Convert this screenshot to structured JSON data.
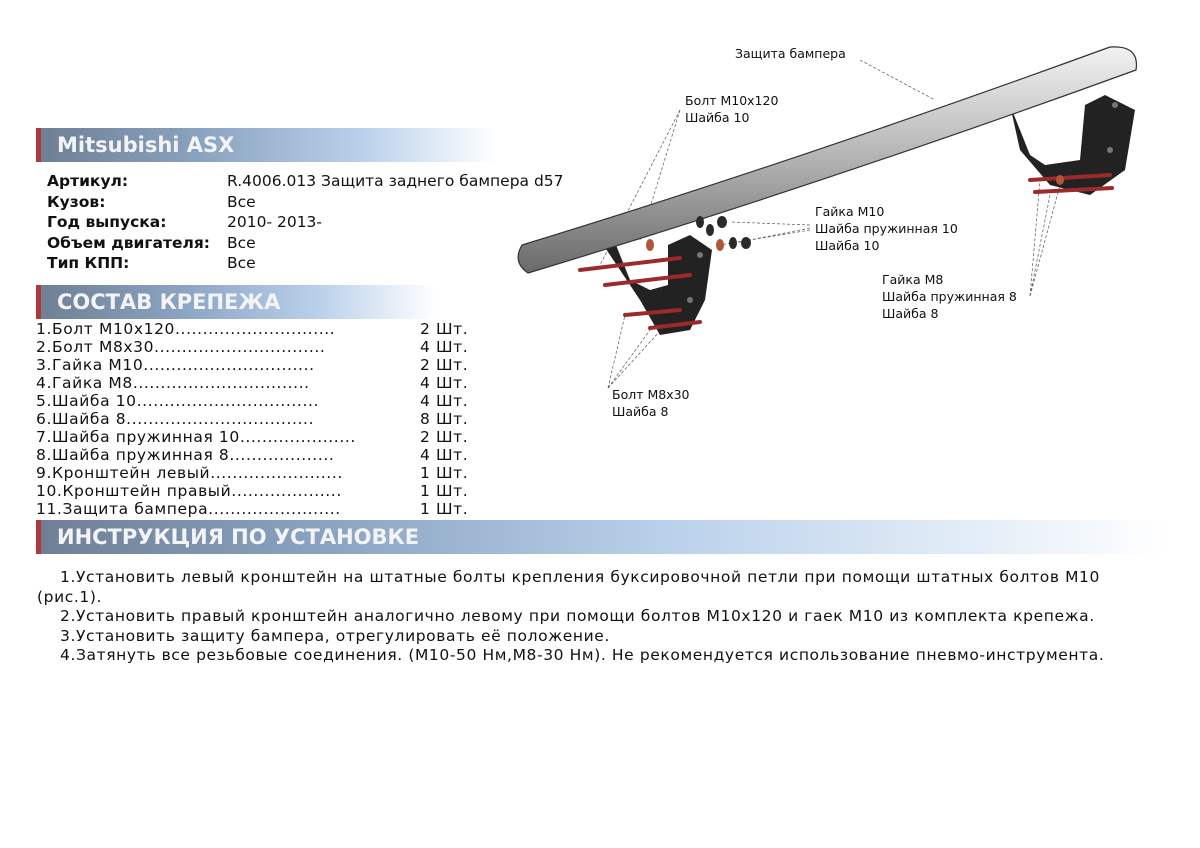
{
  "header": {
    "title": "Mitsubishi ASX"
  },
  "info": [
    {
      "key": "Артикул:",
      "value": "R.4006.013 Защита заднего бампера d57"
    },
    {
      "key": "Кузов:",
      "value": "Все"
    },
    {
      "key": "Год выпуска:",
      "value": "2010- 2013-"
    },
    {
      "key": "Объем двигателя:",
      "value": "Все"
    },
    {
      "key": "Тип КПП:",
      "value": "Все"
    }
  ],
  "parts_section": {
    "title": "СОСТАВ КРЕПЕЖА"
  },
  "parts": [
    {
      "name": "1.Болт М10х120.............................",
      "qty": "2 Шт."
    },
    {
      "name": "2.Болт М8х30...............................",
      "qty": "4 Шт."
    },
    {
      "name": "3.Гайка М10...............................",
      "qty": "2 Шт."
    },
    {
      "name": "4.Гайка М8................................",
      "qty": "4 Шт."
    },
    {
      "name": "5.Шайба 10.................................",
      "qty": "4 Шт."
    },
    {
      "name": "6.Шайба 8..................................",
      "qty": "8 Шт."
    },
    {
      "name": "7.Шайба пружинная 10.....................",
      "qty": "2 Шт."
    },
    {
      "name": "8.Шайба пружинная 8...................",
      "qty": "4 Шт."
    },
    {
      "name": "9.Кронштейн левый........................",
      "qty": "1 Шт."
    },
    {
      "name": "10.Кронштейн правый....................",
      "qty": "1 Шт."
    },
    {
      "name": "11.Защита бампера........................",
      "qty": "1 Шт."
    }
  ],
  "instructions_section": {
    "title": "ИНСТРУКЦИЯ ПО УСТАНОВКЕ"
  },
  "instructions": [
    "1.Установить левый кронштейн на штатные болты крепления буксировочной  петли при помощи штатных болтов М10 (рис.1).",
    "2.Установить правый кронштейн аналогично левому при помощи болтов М10х120 и гаек М10 из комплекта крепежа.",
    "3.Установить защиту бампера, отрегулировать её положение.",
    "4.Затянуть все резьбовые соединения. (М10-50 Нм,М8-30 Нм). Не рекомендуется использование пневмо-инструмента."
  ],
  "diagram": {
    "labels": {
      "bumper": "Защита бампера",
      "bolt_m10": [
        "Болт М10х120",
        "Шайба 10"
      ],
      "nut_m10": [
        "Гайка М10",
        "Шайба пружинная 10",
        "Шайба 10"
      ],
      "nut_m8": [
        "Гайка М8",
        "Шайба пружинная 8",
        "Шайба 8"
      ],
      "bolt_m8": [
        "Болт М8х30",
        "Шайба 8"
      ]
    }
  }
}
